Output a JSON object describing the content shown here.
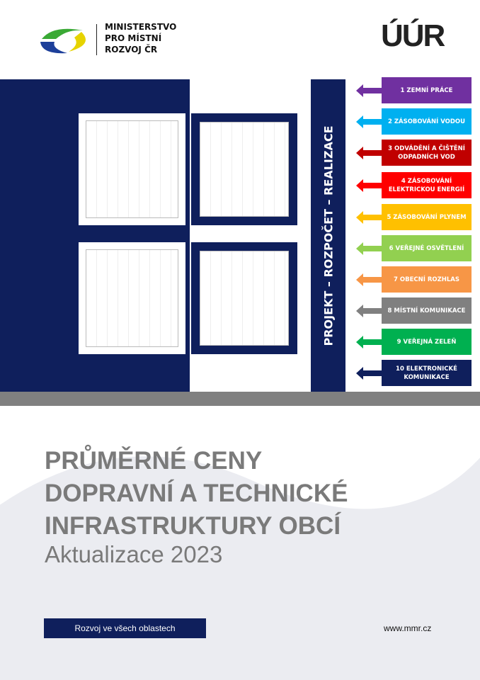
{
  "header": {
    "ministry_logo_text": [
      "MINISTERSTVO",
      "PRO MÍSTNÍ",
      "ROZVOJ ČR"
    ],
    "uur_logo": "ÚÚR"
  },
  "vertical_label": "PROJEKT – ROZPOČET – REALIZACE",
  "categories": [
    {
      "label": "1 ZEMNÍ PRÁCE",
      "color": "#7030a0"
    },
    {
      "label": "2 ZÁSOBOVÁNÍ VODOU",
      "color": "#00b0f0"
    },
    {
      "label": "3 ODVÁDĚNÍ A ČIŠTĚNÍ ODPADNÍCH VOD",
      "color": "#c00000"
    },
    {
      "label": "4 ZÁSOBOVÁNÍ ELEKTRICKOU ENERGIÍ",
      "color": "#ff0000"
    },
    {
      "label": "5 ZÁSOBOVÁNÍ PLYNEM",
      "color": "#ffc000"
    },
    {
      "label": "6 VEŘEJNÉ OSVĚTLENÍ",
      "color": "#92d050"
    },
    {
      "label": "7 OBECNÍ ROZHLAS",
      "color": "#f79646"
    },
    {
      "label": "8 MÍSTNÍ KOMUNIKACE",
      "color": "#808080"
    },
    {
      "label": "9 VEŘEJNÁ ZELEŇ",
      "color": "#00b050"
    },
    {
      "label": "10 ELEKTRONICKÉ KOMUNIKACE",
      "color": "#0f1f5c"
    }
  ],
  "title": {
    "line1": "PRŮMĚRNÉ CENY",
    "line2": "DOPRAVNÍ A TECHNICKÉ",
    "line3": "INFRASTRUKTURY OBCÍ",
    "subtitle": "Aktualizace 2023"
  },
  "footer": {
    "slogan": "Rozvoj ve všech oblastech",
    "website": "www.mmr.cz"
  }
}
